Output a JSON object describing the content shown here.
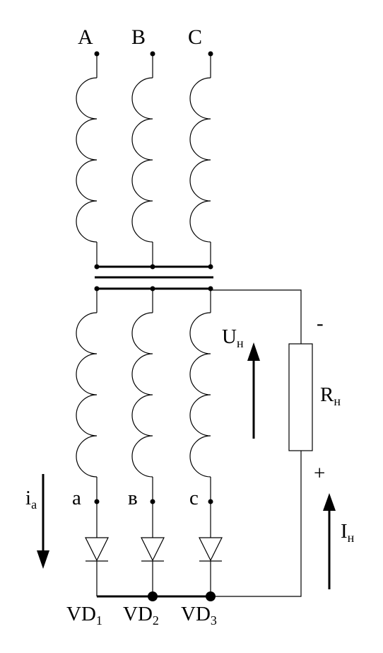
{
  "primary_terminals": [
    "A",
    "B",
    "C"
  ],
  "secondary_terminals": [
    "a",
    "в",
    "c"
  ],
  "diodes": [
    {
      "base": "VD",
      "index": "1"
    },
    {
      "base": "VD",
      "index": "2"
    },
    {
      "base": "VD",
      "index": "3"
    }
  ],
  "load": {
    "base": "R",
    "sub": "н"
  },
  "load_voltage": {
    "base": "U",
    "sub": "н"
  },
  "load_current": {
    "base": "I",
    "sub": "н"
  },
  "phase_current": {
    "base": "i",
    "sub": "a"
  },
  "polarity": {
    "minus": "-",
    "plus": "+"
  }
}
